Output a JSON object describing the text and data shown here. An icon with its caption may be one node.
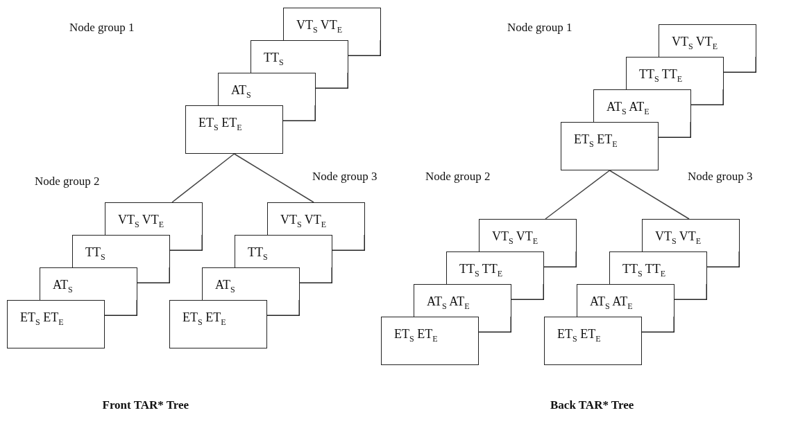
{
  "diagram": {
    "nodes": [
      {
        "text": [
          "VT$_{S}$ VT$_{E}$"
        ]
      },
      {
        "text": [
          "TT$_{S}$"
        ]
      },
      {
        "text": [
          "AT$_{S}$"
        ]
      },
      {
        "text": [
          "ET$_{S}$ ET$_{E}$"
        ]
      },
      {
        "text": [
          "VT$_{S}$ VT$_{E}$"
        ]
      },
      {
        "text": [
          "TT$_{S}$"
        ]
      },
      {
        "text": [
          "AT$_{S}$"
        ]
      },
      {
        "text": [
          "ET$_{S}$ ET$_{E}$"
        ]
      },
      {
        "text": [
          "VT$_{S}$ VT$_{E}$"
        ]
      },
      {
        "text": [
          "TT$_{S}$"
        ]
      },
      {
        "text": [
          "AT$_{S}$"
        ]
      },
      {
        "text": [
          "ET$_{S}$ ET$_{E}$"
        ]
      },
      {
        "text": [
          "VT$_{S}$ VT$_{E}$"
        ]
      },
      {
        "text": [
          "TT$_{S}$ TT$_{E}$"
        ]
      },
      {
        "text": [
          "AT$_{S}$ AT$_{E}$"
        ]
      },
      {
        "text": [
          "ET$_{S}$ ET$_{E}$"
        ]
      },
      {
        "text": [
          "VT$_{S}$ VT$_{E}$"
        ]
      },
      {
        "text": [
          "TT$_{S}$ TT$_{E}$"
        ]
      },
      {
        "text": [
          "AT$_{S}$ AT$_{E}$"
        ]
      },
      {
        "text": [
          "ET$_{S}$ ET$_{E}$"
        ]
      },
      {
        "text": [
          "VT$_{S}$ VT$_{E}$"
        ]
      },
      {
        "text": [
          "TT$_{S}$ TT$_{E}$"
        ]
      },
      {
        "text": [
          "AT$_{S}$ AT$_{E}$"
        ]
      },
      {
        "text": [
          "ET$_{S}$ ET$_{E}$"
        ]
      }
    ],
    "edges": [
      {
        "from": 3,
        "to": 4,
        "arrow": "none"
      },
      {
        "from": 3,
        "to": 8,
        "arrow": "none"
      },
      {
        "from": 15,
        "to": 16,
        "arrow": "none"
      },
      {
        "from": 15,
        "to": 20,
        "arrow": "none"
      }
    ],
    "labels": [
      "Node group 1",
      "Node group 1",
      "Node group 2",
      "Node group 3",
      "Node group 2",
      "Node group 3",
      "Front TAR* Tree",
      "Back TAR* Tree"
    ]
  }
}
